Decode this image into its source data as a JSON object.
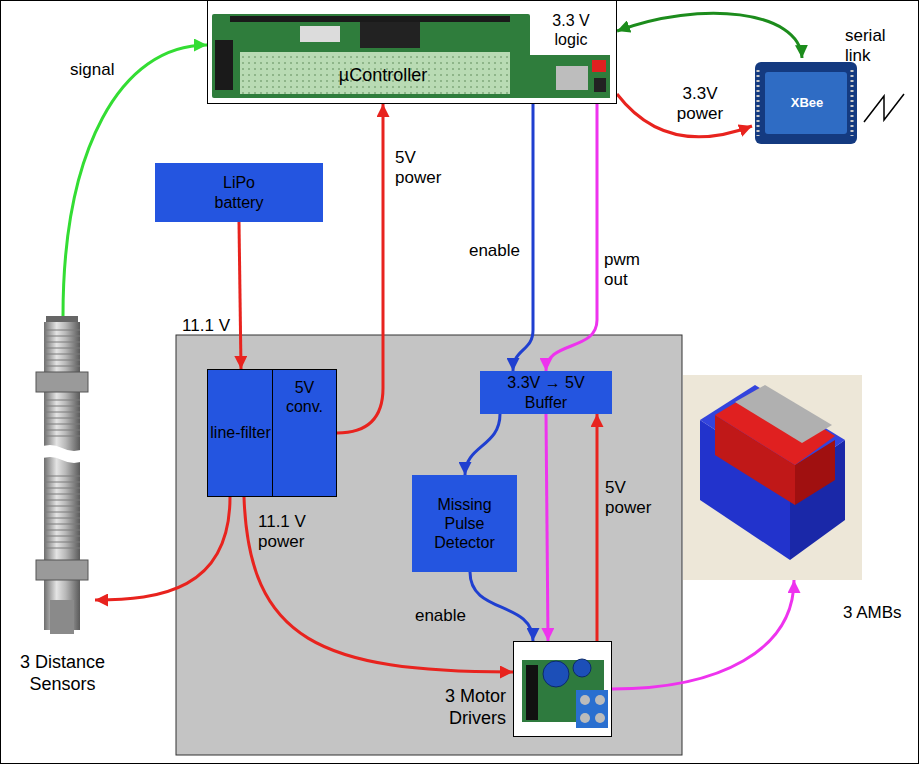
{
  "diagram": {
    "nodes": [
      {
        "text": [
          "3.3 V logic",
          "µController"
        ]
      },
      {
        "text": [
          "LiPo battery"
        ]
      },
      {
        "text": [
          "XBee"
        ]
      },
      {
        "text": [
          "line-filter"
        ]
      },
      {
        "text": [
          "5V conv."
        ]
      },
      {
        "text": [
          "3.3V → 5V Buffer"
        ]
      },
      {
        "text": [
          "Missing Pulse Detector"
        ]
      },
      {
        "text": [
          "3 AMBs"
        ]
      },
      {
        "text": [
          "3 Distance Sensors"
        ]
      },
      {
        "text": [
          "3 Motor Drivers"
        ]
      }
    ],
    "edges": [
      {
        "from": 8,
        "to": 0,
        "label": "signal",
        "arrow": "to"
      },
      {
        "from": 0,
        "to": 2,
        "label": "serial link",
        "arrow": "both"
      },
      {
        "from": 0,
        "to": 2,
        "label": "3.3V power",
        "arrow": "to"
      },
      {
        "from": 1,
        "to": 3,
        "label": "11.1 V",
        "arrow": "to"
      },
      {
        "from": 4,
        "to": 0,
        "label": "5V power",
        "arrow": "to"
      },
      {
        "from": 0,
        "to": 5,
        "label": "enable",
        "arrow": "to"
      },
      {
        "from": 0,
        "to": 5,
        "label": "pwm out",
        "arrow": "to"
      },
      {
        "from": 3,
        "to": 8,
        "arrow": "to"
      },
      {
        "from": 3,
        "to": 9,
        "label": "11.1 V power",
        "arrow": "to"
      },
      {
        "from": 5,
        "to": 6,
        "arrow": "to"
      },
      {
        "from": 9,
        "to": 5,
        "label": "5V power",
        "arrow": "to"
      },
      {
        "from": 5,
        "to": 9,
        "arrow": "to"
      },
      {
        "from": 6,
        "to": 9,
        "label": "enable",
        "arrow": "to"
      },
      {
        "from": 9,
        "to": 7,
        "arrow": "to"
      }
    ]
  }
}
